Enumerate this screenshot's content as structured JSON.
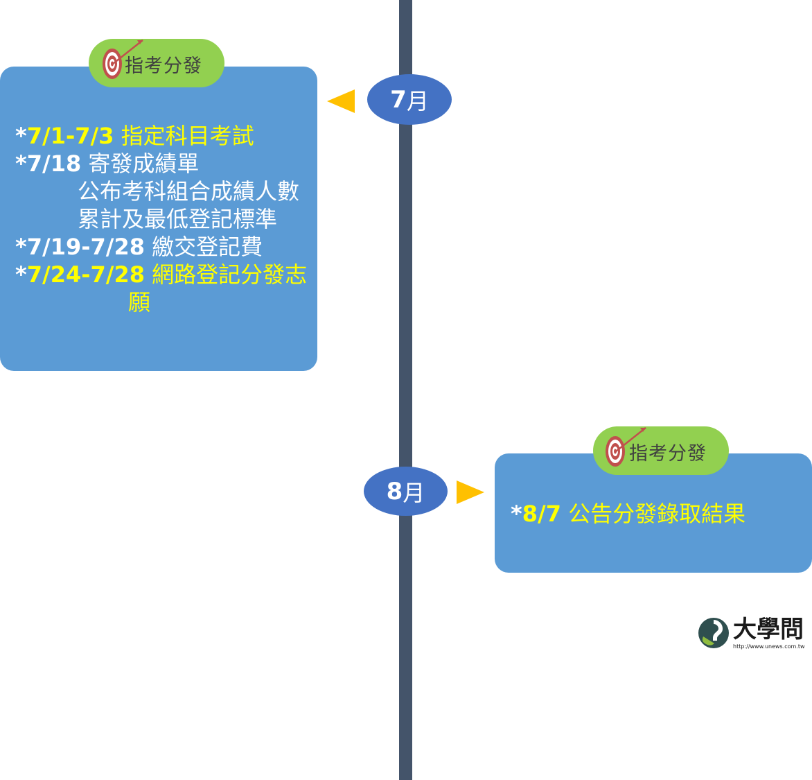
{
  "months": [
    {
      "num": "7",
      "unit": "月"
    },
    {
      "num": "8",
      "unit": "月"
    }
  ],
  "card_july": {
    "tag": "指考分發",
    "items": [
      {
        "star": "*",
        "date": "7/1-7/3",
        "desc": " 指定科目考試",
        "color": "yellow"
      },
      {
        "star": "*",
        "date": "7/18",
        "desc": " 寄發成績單",
        "color": "white"
      },
      {
        "continuation": "公布考科組合成績人數",
        "color": "white"
      },
      {
        "continuation": "累計及最低登記標準",
        "color": "white"
      },
      {
        "star": "*",
        "date": "7/19-7/28",
        "desc": " 繳交登記費",
        "color": "white"
      },
      {
        "star": "*",
        "date": "7/24-7/28",
        "desc": " 網路登記分發志",
        "color": "yellow"
      },
      {
        "continuation": "願",
        "color": "yellow"
      }
    ]
  },
  "card_august": {
    "tag": "指考分發",
    "items": [
      {
        "star": "*",
        "date": "8/7",
        "desc": " 公告分發錄取結果",
        "color": "yellow"
      }
    ]
  },
  "logo": {
    "name": "大學問",
    "url": "http://www.unews.com.tw"
  },
  "colors": {
    "timeline": "#44546a",
    "bubble": "#4472c4",
    "arrow": "#ffc000",
    "card": "#5b9bd5",
    "tag": "#92d050",
    "highlight": "#ffff00"
  }
}
